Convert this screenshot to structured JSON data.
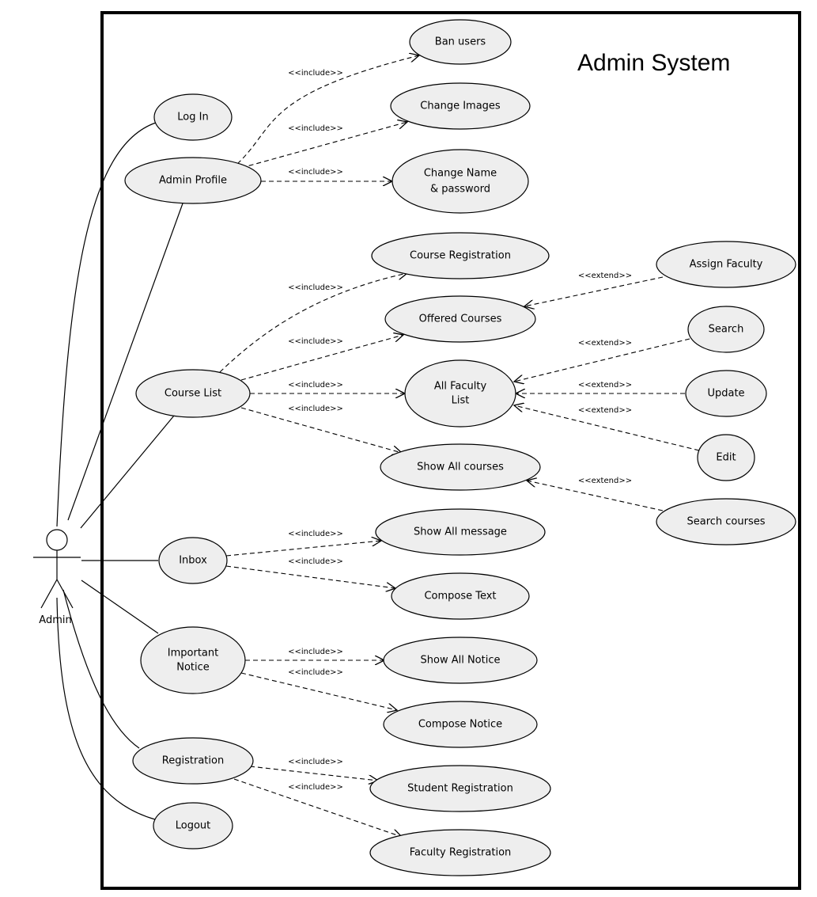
{
  "system": {
    "title": "Admin System"
  },
  "actor": {
    "name": "Admin"
  },
  "use_cases": {
    "log_in": "Log In",
    "admin_profile": "Admin Profile",
    "ban_users": "Ban users",
    "change_images": "Change Images",
    "change_name_l1": "Change Name",
    "change_name_l2": "& password",
    "course_list": "Course List",
    "course_registration": "Course Registration",
    "offered_courses": "Offered Courses",
    "all_faculty_l1": "All Faculty",
    "all_faculty_l2": "List",
    "show_all_courses": "Show All courses",
    "assign_faculty": "Assign Faculty",
    "search": "Search",
    "update": "Update",
    "edit": "Edit",
    "search_courses": "Search courses",
    "inbox": "Inbox",
    "show_all_message": "Show All message",
    "compose_text": "Compose Text",
    "important_notice_l1": "Important",
    "important_notice_l2": "Notice",
    "show_all_notice": "Show All Notice",
    "compose_notice": "Compose Notice",
    "registration": "Registration",
    "student_registration": "Student Registration",
    "faculty_registration": "Faculty Registration",
    "logout": "Logout"
  },
  "stereotypes": {
    "include": "<<include>>",
    "extend": "<<extend>>"
  }
}
